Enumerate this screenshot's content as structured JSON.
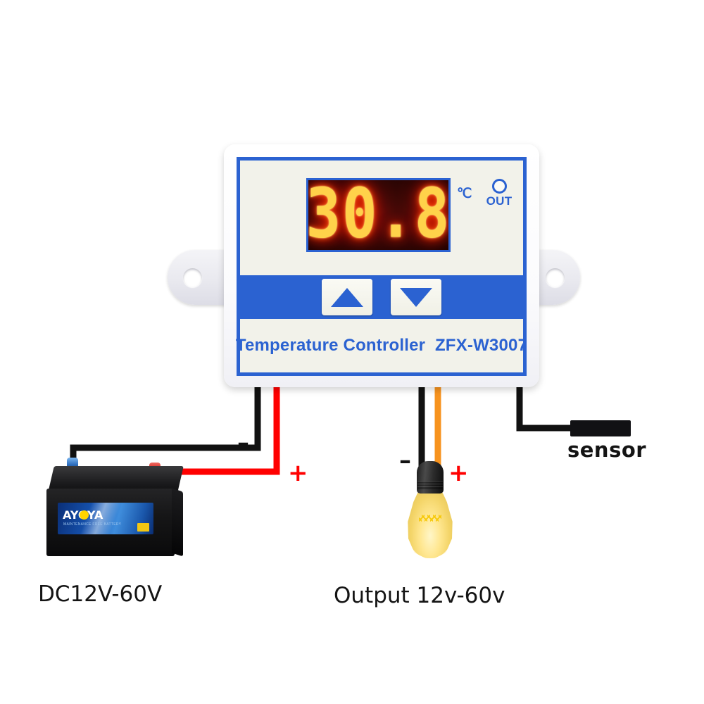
{
  "page": {
    "background_color": "#ffffff",
    "accent_blue": "#2b62d1",
    "led_red": "#ff2a00",
    "wire_red": "#ff0000",
    "wire_black": "#111111",
    "wire_orange": "#f7931e"
  },
  "controller": {
    "display": {
      "value": "30.8",
      "unit_symbol": "℃",
      "out_indicator_label": "OUT"
    },
    "buttons": [
      {
        "name": "up-button",
        "glyph": "▲"
      },
      {
        "name": "down-button",
        "glyph": "▼"
      }
    ],
    "brand_text": "Temperature Controller  ZFX-W3007",
    "product_name": "Temperature Controller",
    "model": "ZFX-W3007"
  },
  "battery": {
    "brand": "AYOYA",
    "sub_text": "MAINTENANCE FREE BATTERY",
    "label_caption": "DC12V-60V"
  },
  "lamp": {
    "caption": "Output 12v-60v"
  },
  "sensor": {
    "caption": "sensor"
  },
  "polarity": {
    "supply_negative": "–",
    "supply_positive": "+",
    "load_negative": "–",
    "load_positive": "+"
  }
}
